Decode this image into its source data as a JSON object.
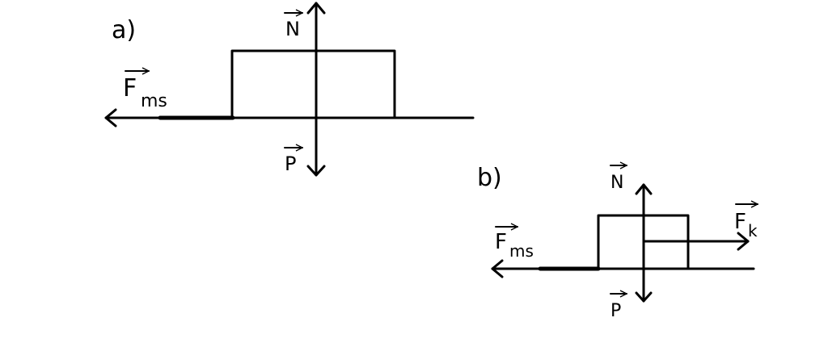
{
  "diagram": {
    "stroke_color": "#000000",
    "background": "#ffffff",
    "panel_a": {
      "label": "a)",
      "forces": {
        "normal": {
          "symbol": "N",
          "vector": true
        },
        "weight": {
          "symbol": "P",
          "vector": true
        },
        "friction": {
          "symbol": "F",
          "subscript": "ms",
          "vector": true
        }
      }
    },
    "panel_b": {
      "label": "b)",
      "forces": {
        "normal": {
          "symbol": "N",
          "vector": true
        },
        "weight": {
          "symbol": "P",
          "vector": true
        },
        "friction": {
          "symbol": "F",
          "subscript": "ms",
          "vector": true
        },
        "pull": {
          "symbol": "F",
          "subscript": "k",
          "vector": true
        }
      }
    }
  }
}
